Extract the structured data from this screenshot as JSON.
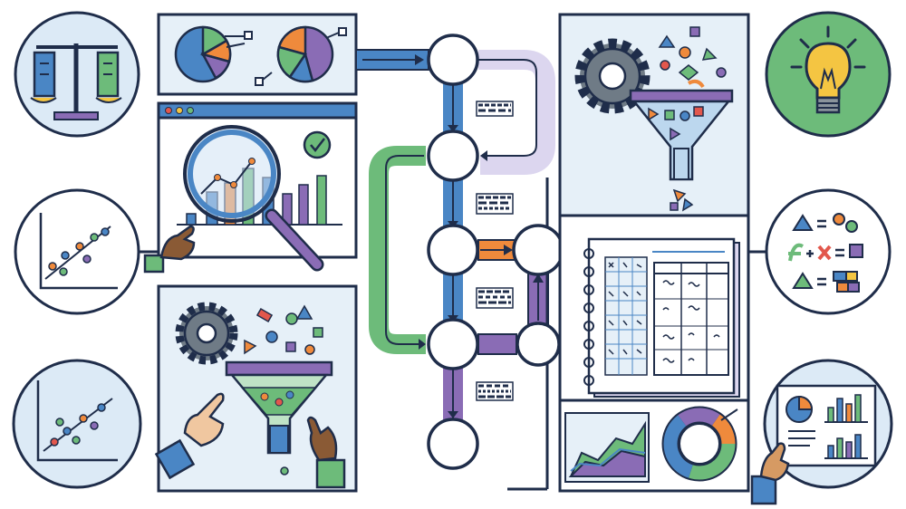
{
  "colors": {
    "outline": "#1f2d4a",
    "panel_bg": "#e6f0f8",
    "blue": "#4a86c5",
    "green": "#6dbb7a",
    "orange": "#ef8a3c",
    "purple": "#8a6cb5",
    "lavender": "#dcd6ef",
    "yellow": "#f4c542",
    "red": "#e2574c",
    "gray": "#8a949c",
    "skin": "#d69a63",
    "skin_dark": "#8a5a35"
  },
  "illustration": {
    "left_column_icons": [
      "balance-scale-icon",
      "scatter-plot-icon",
      "trend-scatter-icon"
    ],
    "right_column_icons": [
      "lightbulb-icon",
      "shape-equation-icon",
      "chart-report-icon"
    ],
    "panels": [
      "pie-charts-panel",
      "magnifier-bar-chart-panel",
      "gear-funnel-panel",
      "gear-funnel-top-panel",
      "notebook-table-panel",
      "area-donut-panel"
    ],
    "flow_nodes": 7,
    "connectors": [
      "blue",
      "green",
      "orange",
      "purple",
      "lavender"
    ]
  }
}
